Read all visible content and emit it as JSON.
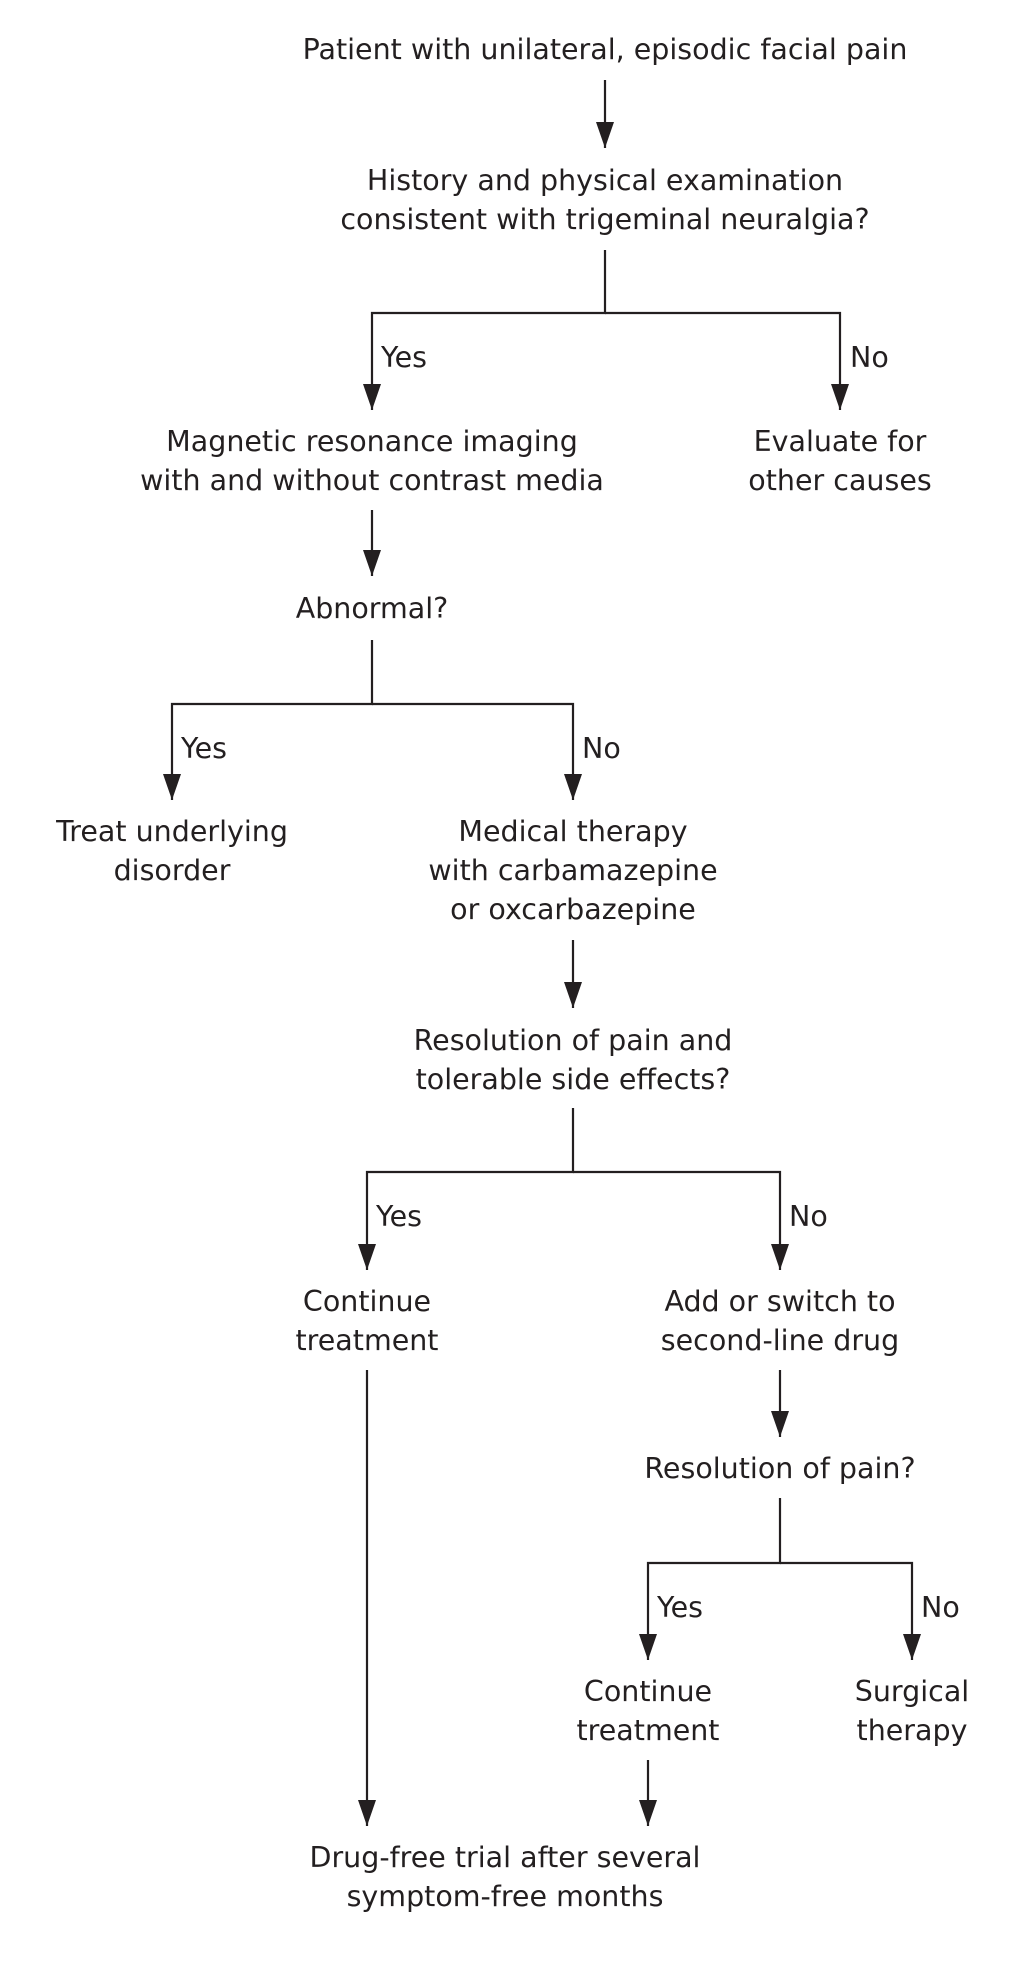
{
  "nodes": {
    "start": [
      "Patient with unilateral, episodic facial pain"
    ],
    "history": [
      "History and physical examination",
      "consistent with trigeminal neuralgia?"
    ],
    "mri": [
      "Magnetic resonance imaging",
      "with and without contrast media"
    ],
    "other_causes": [
      "Evaluate for",
      "other causes"
    ],
    "abnormal": [
      "Abnormal?"
    ],
    "treat_underlying": [
      "Treat underlying",
      "disorder"
    ],
    "medical_therapy": [
      "Medical therapy",
      "with carbamazepine",
      "or oxcarbazepine"
    ],
    "resolution_side_effects": [
      "Resolution of pain and",
      "tolerable side effects?"
    ],
    "continue_treatment_1": [
      "Continue",
      "treatment"
    ],
    "add_switch": [
      "Add or switch to",
      "second-line drug"
    ],
    "resolution_pain": [
      "Resolution of pain?"
    ],
    "continue_treatment_2": [
      "Continue",
      "treatment"
    ],
    "surgical_therapy": [
      "Surgical",
      "therapy"
    ],
    "drug_free_trial": [
      "Drug-free trial after several",
      "symptom-free months"
    ]
  },
  "branch_labels": {
    "history_yes": "Yes",
    "history_no": "No",
    "abnormal_yes": "Yes",
    "abnormal_no": "No",
    "resolution_side_effects_yes": "Yes",
    "resolution_side_effects_no": "No",
    "resolution_pain_yes": "Yes",
    "resolution_pain_no": "No"
  },
  "colors": {
    "ink": "#231f20",
    "background": "#ffffff"
  }
}
